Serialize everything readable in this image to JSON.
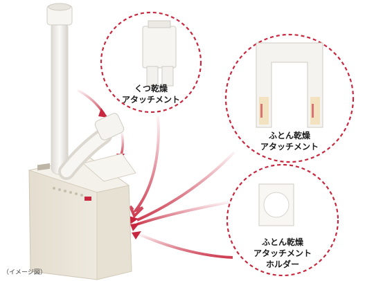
{
  "colors": {
    "accent": "#c8283f",
    "body": "#ece7dc",
    "hose": "#f2f0eb"
  },
  "callouts": [
    {
      "id": "shoe",
      "lines": [
        "くつ乾燥",
        "アタッチメント"
      ]
    },
    {
      "id": "futon",
      "lines": [
        "ふとん乾燥",
        "アタッチメント"
      ]
    },
    {
      "id": "holder",
      "lines": [
        "ふとん乾燥",
        "アタッチメント",
        "ホルダー"
      ]
    }
  ],
  "caption": "（イメージ図）"
}
